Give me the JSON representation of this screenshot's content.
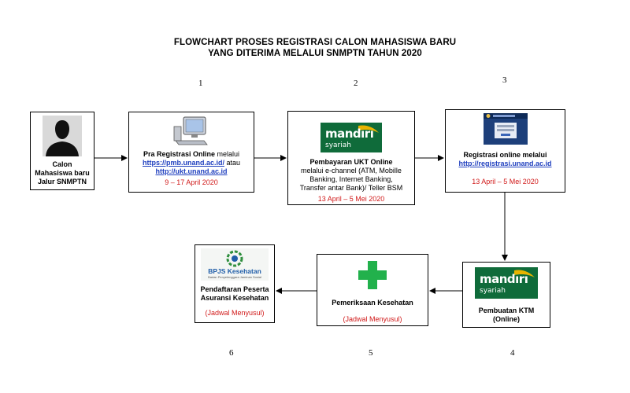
{
  "title": {
    "line1": "FLOWCHART PROSES REGISTRASI CALON MAHASISWA BARU",
    "line2": "YANG DITERIMA MELALUI SNMPTN TAHUN 2020"
  },
  "steps": [
    "1",
    "2",
    "3",
    "4",
    "5",
    "6"
  ],
  "start": {
    "label_line1": "Calon",
    "label_line2": "Mahasiswa baru",
    "label_line3": "Jalur SNMPTN"
  },
  "box1": {
    "bold": "Pra Registrasi Online",
    "text": " melalui",
    "link1": "https://pmb.unand.ac.id/",
    "text2": " atau",
    "link2": "http://ukt.unand.ac.id",
    "date": "9 – 17 April 2020",
    "icon": "computer-icon"
  },
  "box2": {
    "bold": "Pembayaran UKT Online",
    "line1": "melalui e-channel (ATM, Mobille",
    "line2": "Banking, Internet Banking,",
    "line3": "Transfer antar Bank)/ Teller BSM",
    "date": "13 April – 5 Mei 2020",
    "logo_text1": "mandırı",
    "logo_text2": "syariah"
  },
  "box3": {
    "bold": "Registrasi online melalui",
    "link": "http://registrasi.unand.ac.id",
    "date": "13 April – 5 Mei 2020",
    "icon": "screenshot-thumbnail"
  },
  "box4": {
    "logo_text1": "mandırı",
    "logo_text2": "syariah",
    "bold_line1": "Pembuatan KTM",
    "bold_line2": "(Online)"
  },
  "box5": {
    "bold": "Pemeriksaan Kesehatan",
    "note": "(Jadwal Menyusul)",
    "icon": "medical-cross-icon"
  },
  "box6": {
    "logo_text1": "BPJS Kesehatan",
    "logo_text2": "Badan Penyelenggara Jaminan Sosial",
    "bold_line1": "Pendaftaran Peserta",
    "bold_line2": "Asuransi Kesehatan",
    "note": "(Jadwal Menyusul)"
  },
  "colors": {
    "link": "#1f3fbf",
    "date": "#d11a1a",
    "mandiri_green": "#0f6b3a",
    "mandiri_gold": "#e8b400",
    "cross_green": "#22b14c"
  }
}
